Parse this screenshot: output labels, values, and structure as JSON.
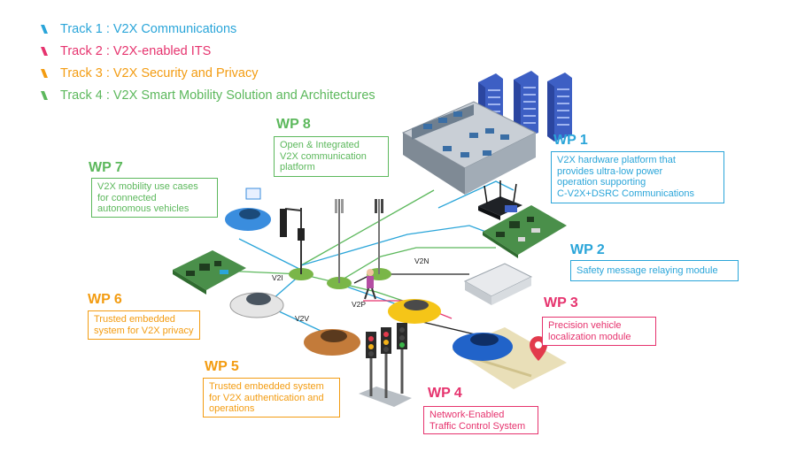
{
  "colors": {
    "track1": "#2aa5d9",
    "track2": "#e6336e",
    "track3": "#f39c12",
    "track4": "#5cb85c"
  },
  "legend": [
    {
      "label": "Track 1 : V2X Communications",
      "color": "#2aa5d9"
    },
    {
      "label": "Track 2 : V2X-enabled ITS",
      "color": "#e6336e"
    },
    {
      "label": "Track 3 : V2X Security and Privacy",
      "color": "#f39c12"
    },
    {
      "label": "Track 4 : V2X Smart Mobility Solution and Architectures",
      "color": "#5cb85c"
    }
  ],
  "work_packages": {
    "wp1": {
      "title": "WP 1",
      "lines": [
        "V2X hardware platform that",
        "provides ultra-low power",
        "operation supporting",
        "C-V2X+DSRC Communications"
      ]
    },
    "wp2": {
      "title": "WP 2",
      "lines": [
        "Safety message relaying module"
      ]
    },
    "wp3": {
      "title": "WP 3",
      "lines": [
        "Precision vehicle",
        "localization module"
      ]
    },
    "wp4": {
      "title": "WP 4",
      "lines": [
        "Network-Enabled",
        "Traffic Control System"
      ]
    },
    "wp5": {
      "title": "WP 5",
      "lines": [
        "Trusted embedded system",
        "for V2X authentication and",
        "operations"
      ]
    },
    "wp6": {
      "title": "WP 6",
      "lines": [
        "Trusted embedded",
        "system for V2X privacy"
      ]
    },
    "wp7": {
      "title": "WP 7",
      "lines": [
        "V2X mobility use cases",
        "for connected",
        "autonomous vehicles"
      ]
    },
    "wp8": {
      "title": "WP 8",
      "lines": [
        "Open & Integrated",
        "V2X communication",
        "platform"
      ]
    }
  },
  "network_labels": {
    "v2i": "V2I",
    "v2v": "V2V",
    "v2p": "V2P",
    "v2n": "V2N"
  },
  "icons": [
    "server-rack-icon",
    "control-center-icon",
    "router-icon",
    "circuit-board-icon",
    "traffic-light-icon",
    "cell-tower-icon",
    "car-icon",
    "pedestrian-icon",
    "map-pin-icon"
  ]
}
